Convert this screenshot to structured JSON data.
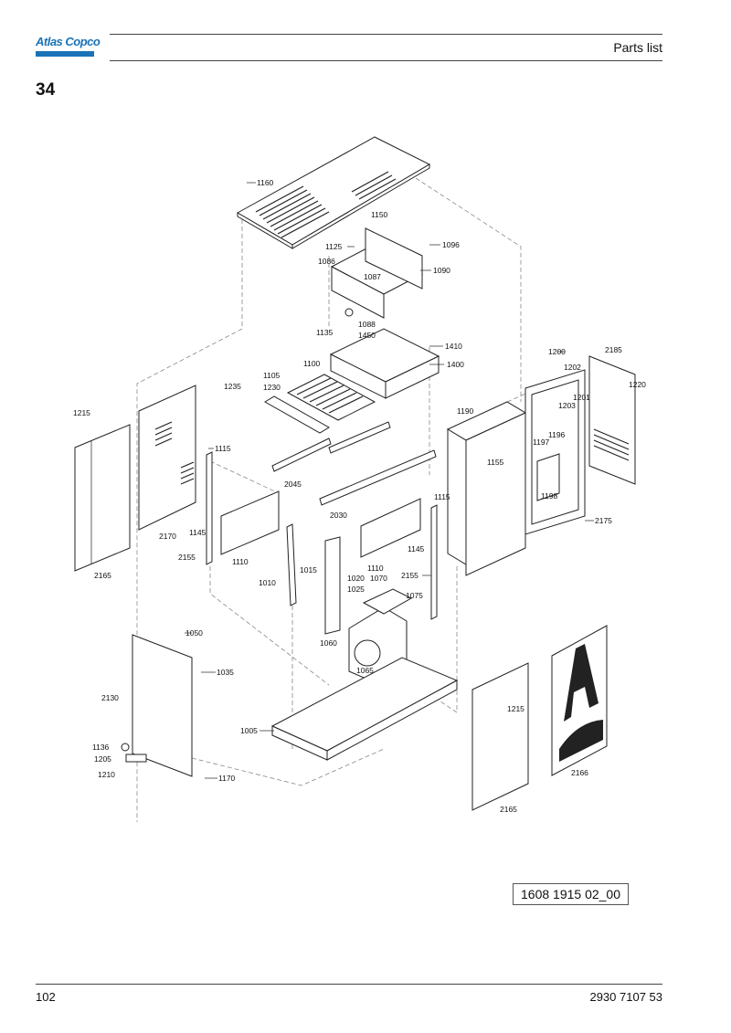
{
  "header": {
    "brand": "Atlas Copco",
    "section": "Parts list",
    "chapter": "34"
  },
  "footer": {
    "page": "102",
    "doc_number": "2930 7107 53"
  },
  "drawing_id": "1608 1915 02_00",
  "callouts": [
    "1160",
    "1150",
    "1125",
    "1096",
    "1086",
    "1090",
    "1087",
    "1088",
    "1135",
    "1450",
    "1410",
    "1400",
    "1105",
    "1100",
    "1235",
    "1230",
    "1200",
    "2185",
    "1202",
    "1220",
    "1201",
    "1203",
    "1215",
    "1115",
    "2045",
    "1190",
    "1196",
    "1197",
    "1155",
    "1198",
    "2030",
    "1115",
    "2170",
    "1145",
    "2165",
    "2155",
    "1110",
    "2175",
    "1145",
    "1015",
    "1010",
    "1020",
    "1070",
    "1110",
    "2155",
    "1025",
    "1075",
    "1050",
    "1060",
    "1035",
    "1065",
    "2130",
    "1215",
    "1005",
    "1136",
    "1205",
    "1170",
    "1210",
    "2166",
    "2165"
  ]
}
